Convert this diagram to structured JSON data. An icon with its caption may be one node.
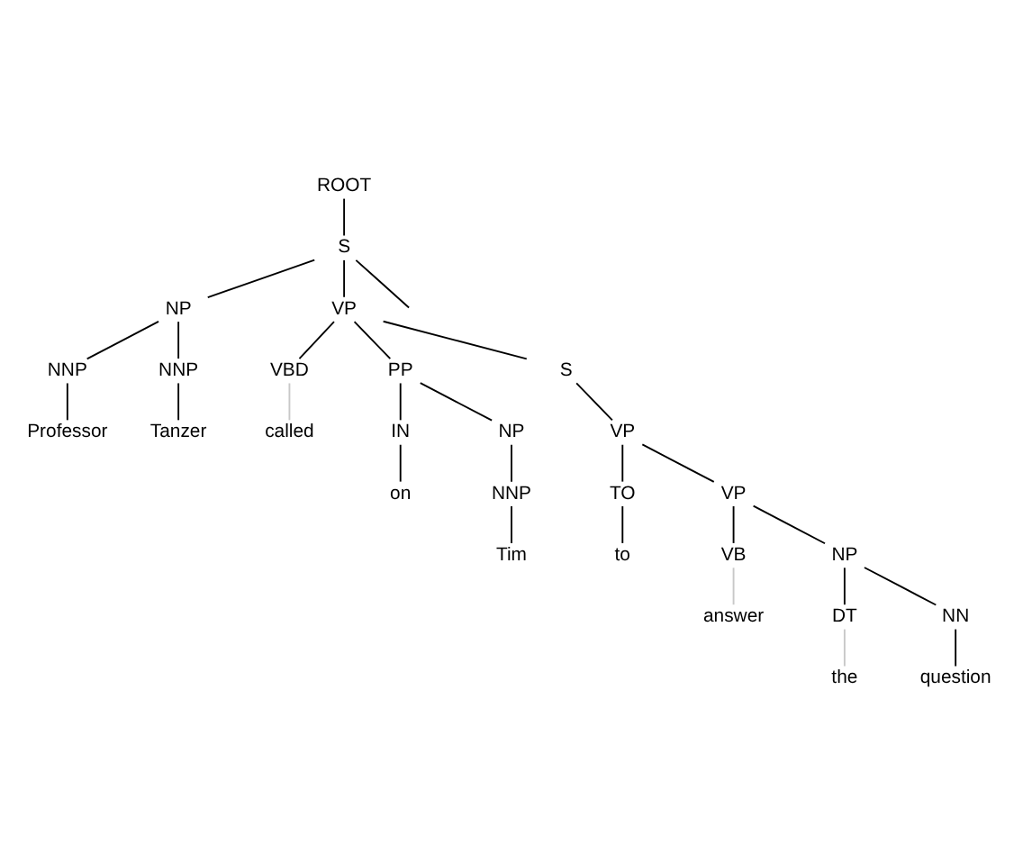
{
  "diagram": {
    "nodes": [
      {
        "text": [
          "ROOT"
        ]
      },
      {
        "text": [
          "S"
        ]
      },
      {
        "text": [
          "NP"
        ]
      },
      {
        "text": [
          "VP"
        ]
      },
      {
        "text": [
          "NNP"
        ]
      },
      {
        "text": [
          "NNP"
        ]
      },
      {
        "text": [
          "VBD"
        ]
      },
      {
        "text": [
          "PP"
        ]
      },
      {
        "text": [
          "S"
        ]
      },
      {
        "text": [
          "Professor"
        ]
      },
      {
        "text": [
          "Tanzer"
        ]
      },
      {
        "text": [
          "called"
        ]
      },
      {
        "text": [
          "IN"
        ]
      },
      {
        "text": [
          "NP"
        ]
      },
      {
        "text": [
          "VP"
        ]
      },
      {
        "text": [
          "on"
        ]
      },
      {
        "text": [
          "NNP"
        ]
      },
      {
        "text": [
          "TO"
        ]
      },
      {
        "text": [
          "VP"
        ]
      },
      {
        "text": [
          "Tim"
        ]
      },
      {
        "text": [
          "to"
        ]
      },
      {
        "text": [
          "VB"
        ]
      },
      {
        "text": [
          "NP"
        ]
      },
      {
        "text": [
          "answer"
        ]
      },
      {
        "text": [
          "DT"
        ]
      },
      {
        "text": [
          "NN"
        ]
      },
      {
        "text": [
          "the"
        ]
      },
      {
        "text": [
          "question"
        ]
      }
    ],
    "edges": [
      {
        "from": 0,
        "to": 1,
        "arrow": "none"
      },
      {
        "from": 1,
        "to": 2,
        "arrow": "none"
      },
      {
        "from": 1,
        "to": 3,
        "arrow": "none"
      },
      {
        "from": 1,
        "to": null,
        "arrow": "none"
      },
      {
        "from": 2,
        "to": 4,
        "arrow": "none"
      },
      {
        "from": 2,
        "to": 5,
        "arrow": "none"
      },
      {
        "from": 3,
        "to": 6,
        "arrow": "none"
      },
      {
        "from": 3,
        "to": 7,
        "arrow": "none"
      },
      {
        "from": 3,
        "to": 8,
        "arrow": "none"
      },
      {
        "from": 4,
        "to": 9,
        "arrow": "none"
      },
      {
        "from": 5,
        "to": 10,
        "arrow": "none"
      },
      {
        "from": 6,
        "to": 11,
        "arrow": "none",
        "color": "#c8c8c8"
      },
      {
        "from": 7,
        "to": 12,
        "arrow": "none"
      },
      {
        "from": 7,
        "to": 13,
        "arrow": "none"
      },
      {
        "from": 8,
        "to": 14,
        "arrow": "none"
      },
      {
        "from": 12,
        "to": 15,
        "arrow": "none"
      },
      {
        "from": 13,
        "to": 16,
        "arrow": "none"
      },
      {
        "from": 14,
        "to": 17,
        "arrow": "none"
      },
      {
        "from": 14,
        "to": 18,
        "arrow": "none"
      },
      {
        "from": 16,
        "to": 19,
        "arrow": "none"
      },
      {
        "from": 17,
        "to": 20,
        "arrow": "none"
      },
      {
        "from": 18,
        "to": 21,
        "arrow": "none"
      },
      {
        "from": 18,
        "to": 22,
        "arrow": "none"
      },
      {
        "from": 21,
        "to": 23,
        "arrow": "none",
        "color": "#c8c8c8"
      },
      {
        "from": 22,
        "to": 24,
        "arrow": "none"
      },
      {
        "from": 22,
        "to": 25,
        "arrow": "none"
      },
      {
        "from": 24,
        "to": 26,
        "arrow": "none",
        "color": "#c8c8c8"
      },
      {
        "from": 25,
        "to": 27,
        "arrow": "none"
      }
    ]
  }
}
